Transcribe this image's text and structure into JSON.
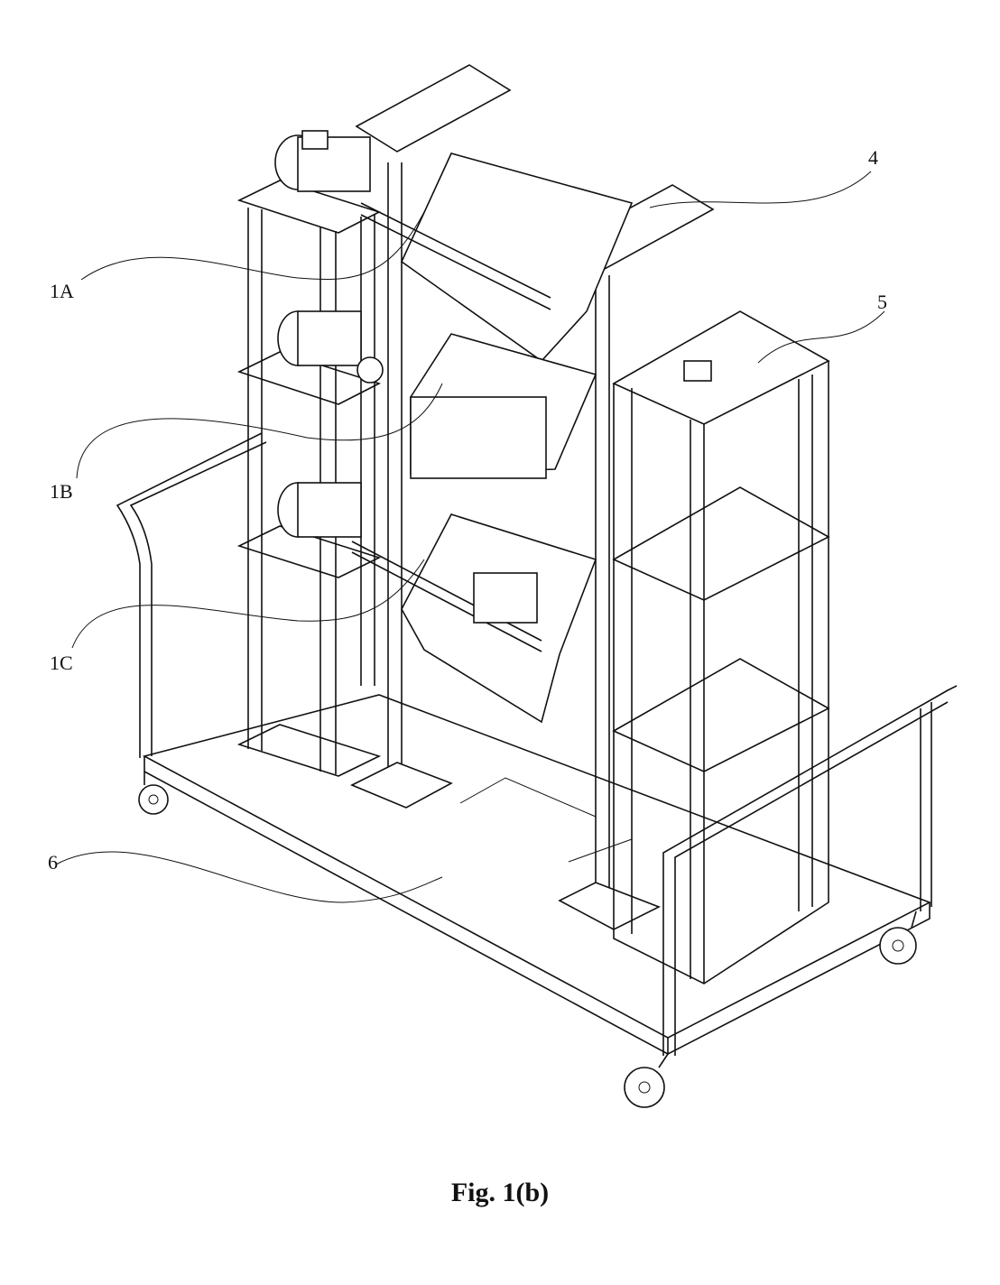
{
  "labels": {
    "l4": "4",
    "l1A": "1A",
    "l5": "5",
    "l1B": "1B",
    "l1C": "1C",
    "l6": "6"
  },
  "caption": "Fig. 1(b)"
}
